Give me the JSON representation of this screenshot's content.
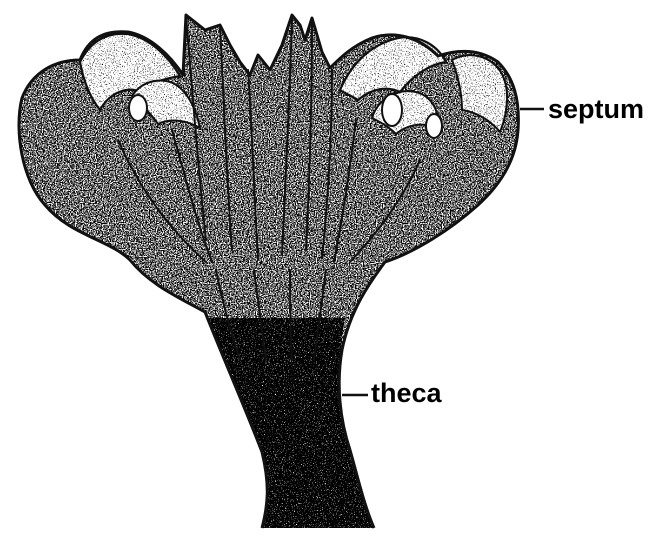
{
  "figure": {
    "subject_icon": "coral-corallite-illustration",
    "colors": {
      "ink": "#111111",
      "paper": "#ffffff"
    },
    "labels": {
      "septum": "septum",
      "theca": "theca"
    }
  }
}
